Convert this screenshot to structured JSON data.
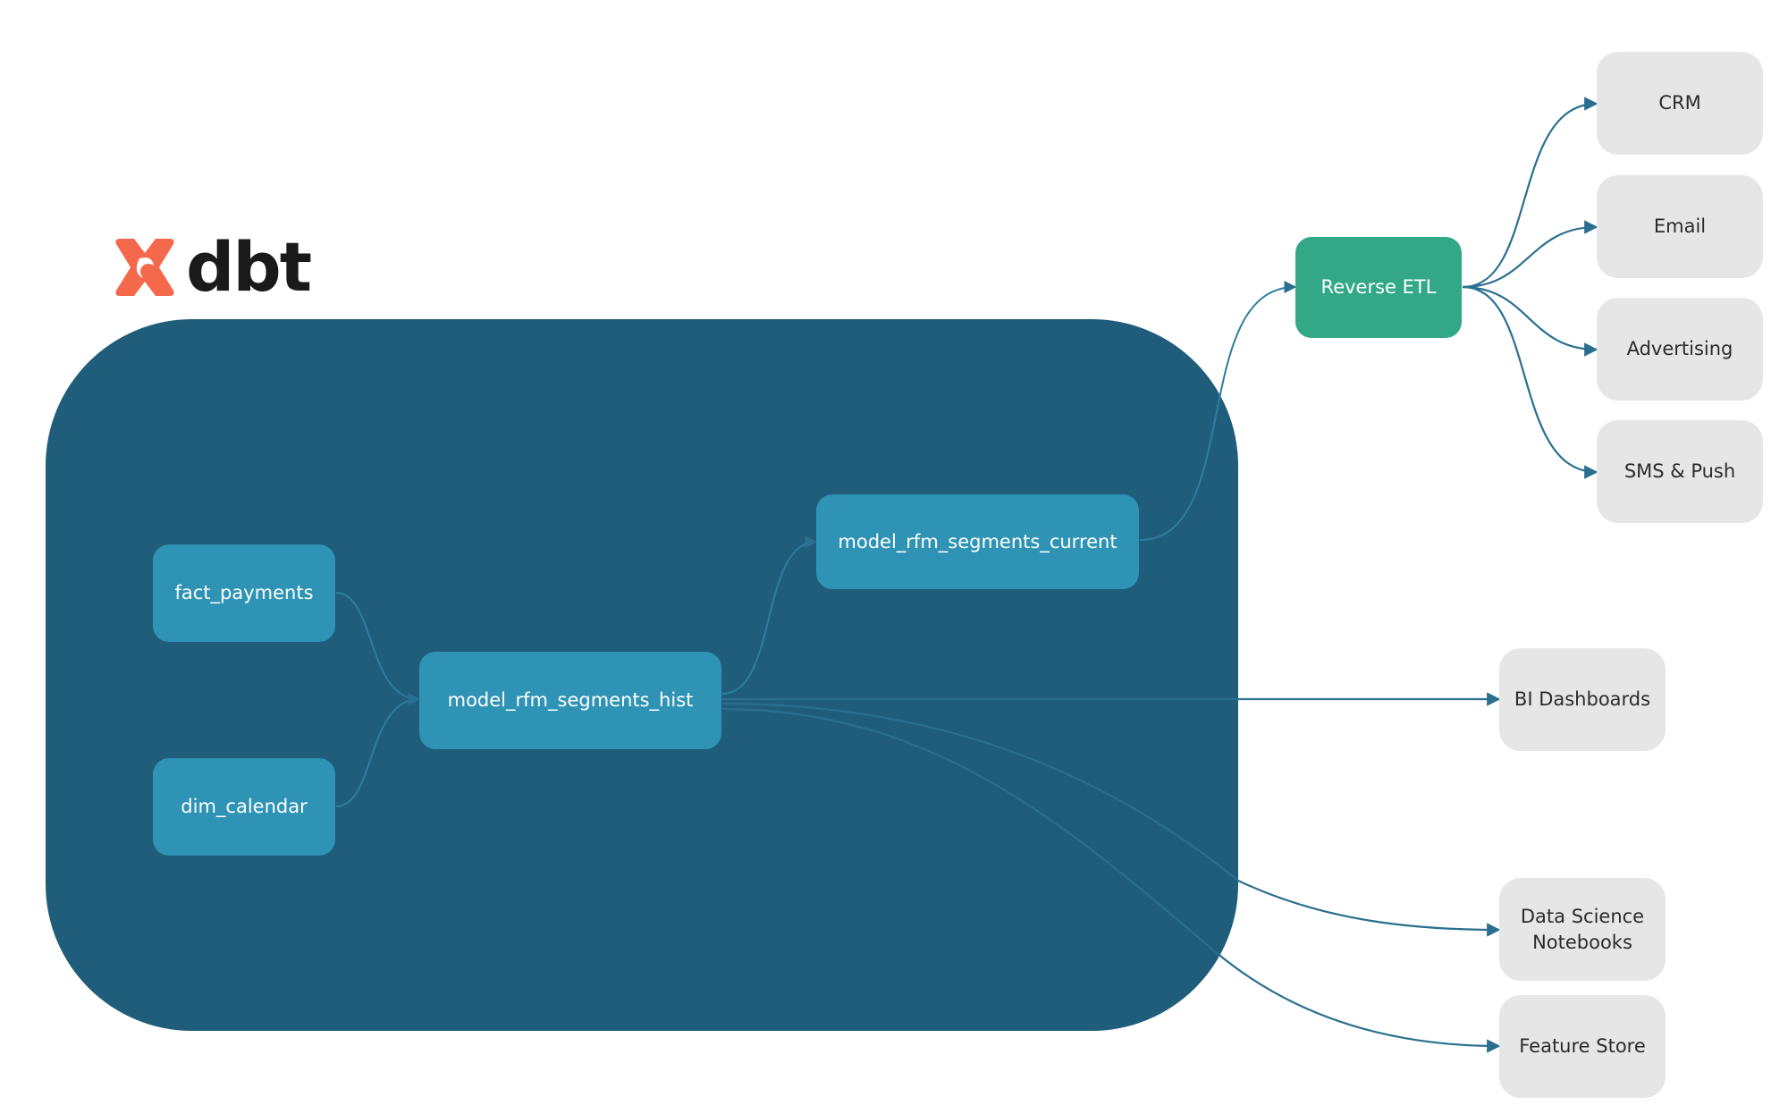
{
  "logo": {
    "text": "dbt",
    "brand_color": "#f4694b",
    "icon": "dbt-logo-icon"
  },
  "colors": {
    "container": "#1f5d7a",
    "model_node": "#2e93b5",
    "reverse_etl": "#32a887",
    "destination": "#e6e6e6",
    "edge": "#2a6f8f"
  },
  "models": {
    "fact_payments": "fact_payments",
    "dim_calendar": "dim_calendar",
    "hist": "model_rfm_segments_hist",
    "current": "model_rfm_segments_current"
  },
  "reverse_etl": "Reverse ETL",
  "destinations": {
    "crm": "CRM",
    "email": "Email",
    "advertising": "Advertising",
    "sms_push": "SMS & Push",
    "bi_dashboards": "BI Dashboards",
    "data_science": "Data Science\nNotebooks",
    "feature_store": "Feature Store"
  },
  "edges": [
    [
      "fact_payments",
      "model_rfm_segments_hist"
    ],
    [
      "dim_calendar",
      "model_rfm_segments_hist"
    ],
    [
      "model_rfm_segments_hist",
      "model_rfm_segments_current"
    ],
    [
      "model_rfm_segments_current",
      "Reverse ETL"
    ],
    [
      "Reverse ETL",
      "CRM"
    ],
    [
      "Reverse ETL",
      "Email"
    ],
    [
      "Reverse ETL",
      "Advertising"
    ],
    [
      "Reverse ETL",
      "SMS & Push"
    ],
    [
      "model_rfm_segments_hist",
      "BI Dashboards"
    ],
    [
      "model_rfm_segments_hist",
      "Data Science Notebooks"
    ],
    [
      "model_rfm_segments_hist",
      "Feature Store"
    ]
  ]
}
